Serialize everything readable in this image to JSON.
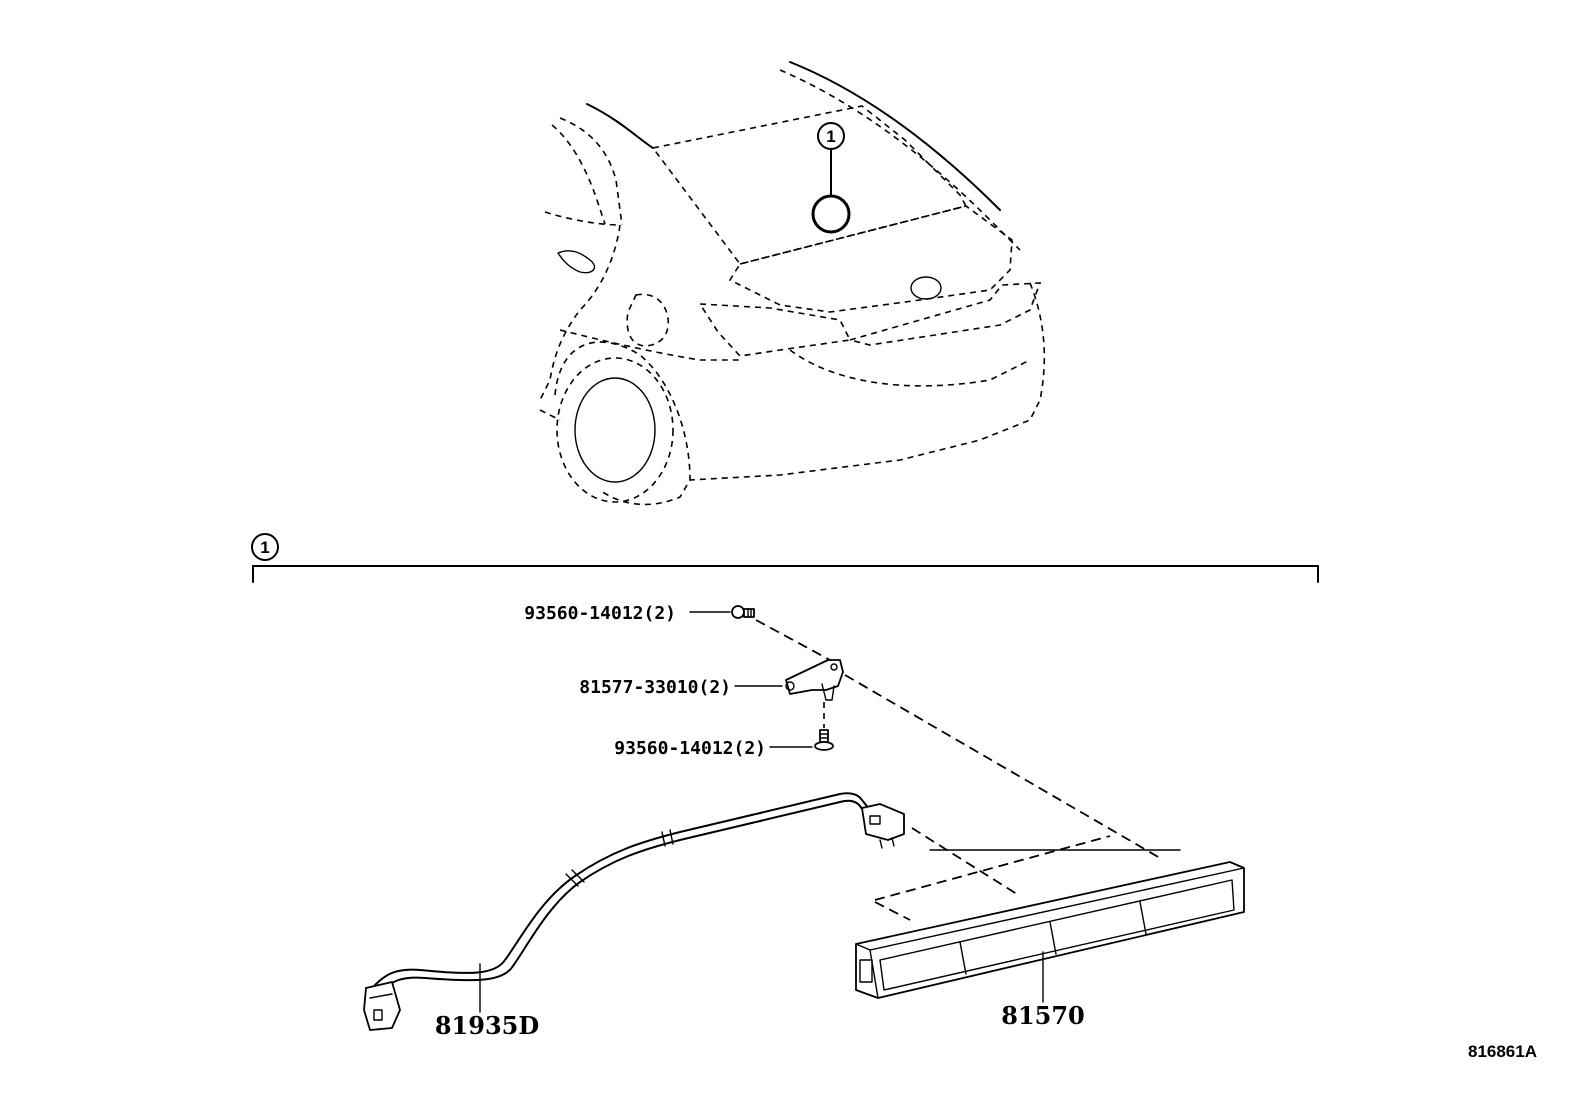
{
  "callout": {
    "number": "1"
  },
  "section": {
    "number": "1"
  },
  "parts": [
    {
      "id": "screw-upper",
      "label": "93560-14012(2)"
    },
    {
      "id": "bracket",
      "label": "81577-33010(2)"
    },
    {
      "id": "screw-lower",
      "label": "93560-14012(2)"
    },
    {
      "id": "wire-harness",
      "label": "81935D"
    },
    {
      "id": "stop-lamp",
      "label": "81570"
    }
  ],
  "figure_ref": "816861A"
}
